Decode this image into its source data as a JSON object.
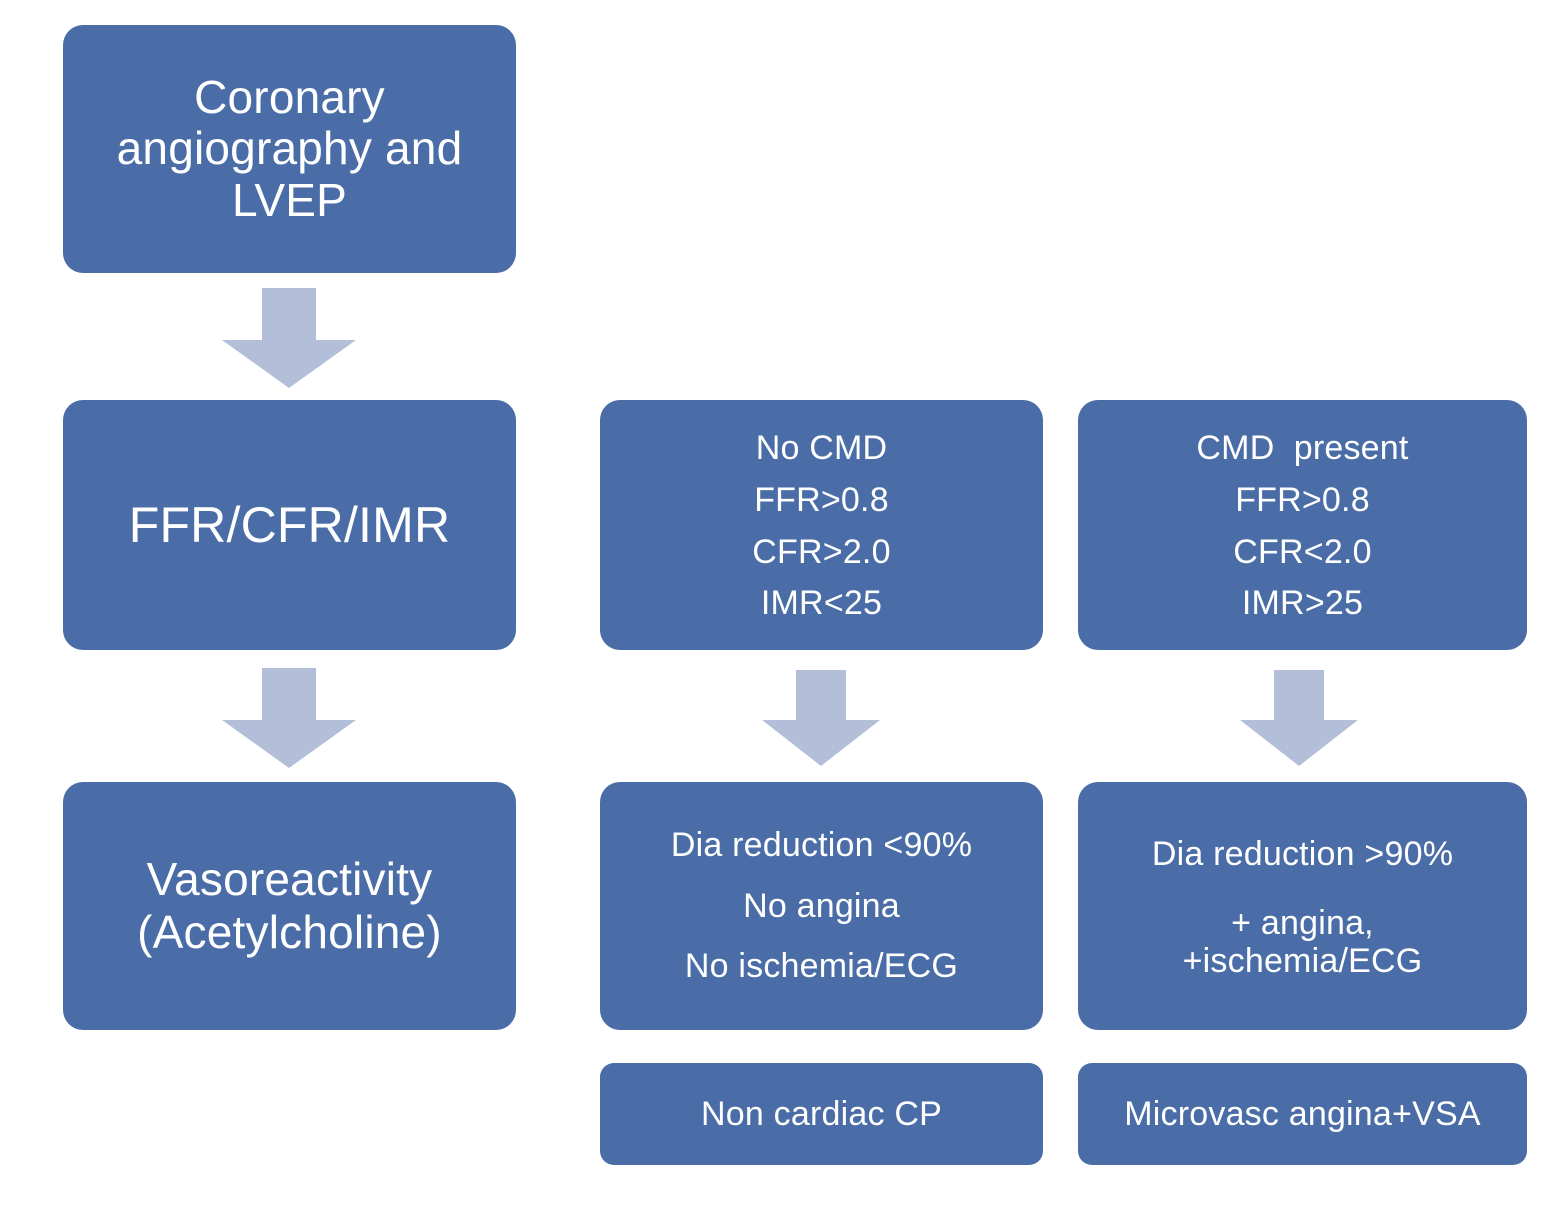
{
  "colors": {
    "box_fill": "#4a6da7",
    "box_text": "#ffffff",
    "arrow_fill": "#b3bfd8",
    "background": "#ffffff"
  },
  "diagram": {
    "title": "Coronary physiology and vasoreactivity assessment flowchart",
    "columns": {
      "procedure": {
        "nodes": [
          {
            "id": "angiography",
            "lines": [
              "Coronary",
              "angiography and",
              "LVEP"
            ]
          },
          {
            "id": "physiology",
            "lines": [
              "FFR/CFR/IMR"
            ]
          },
          {
            "id": "vasoreactivity",
            "lines": [
              "Vasoreactivity",
              "(Acetylcholine)"
            ]
          }
        ]
      },
      "negative": {
        "nodes": [
          {
            "id": "no-cmd",
            "lines": [
              "No CMD",
              "FFR>0.8",
              "CFR>2.0",
              "IMR<25"
            ]
          },
          {
            "id": "no-cmd-findings",
            "lines": [
              "Dia reduction <90%",
              "No angina",
              "No ischemia/ECG"
            ]
          },
          {
            "id": "non-cardiac",
            "lines": [
              "Non cardiac CP"
            ]
          }
        ]
      },
      "positive": {
        "nodes": [
          {
            "id": "cmd-present",
            "lines": [
              "CMD  present",
              "FFR>0.8",
              "CFR<2.0",
              "IMR>25"
            ]
          },
          {
            "id": "cmd-findings",
            "lines": [
              "Dia reduction >90%",
              "+ angina,",
              "+ischemia/ECG"
            ]
          },
          {
            "id": "microvasc",
            "lines": [
              "Microvasc angina+VSA"
            ]
          }
        ]
      }
    },
    "arrows": [
      {
        "id": "angio-to-physio",
        "direction": "down"
      },
      {
        "id": "physio-to-vaso",
        "direction": "down"
      },
      {
        "id": "nocmd-to-findings",
        "direction": "down"
      },
      {
        "id": "cmd-to-findings",
        "direction": "down"
      }
    ]
  }
}
